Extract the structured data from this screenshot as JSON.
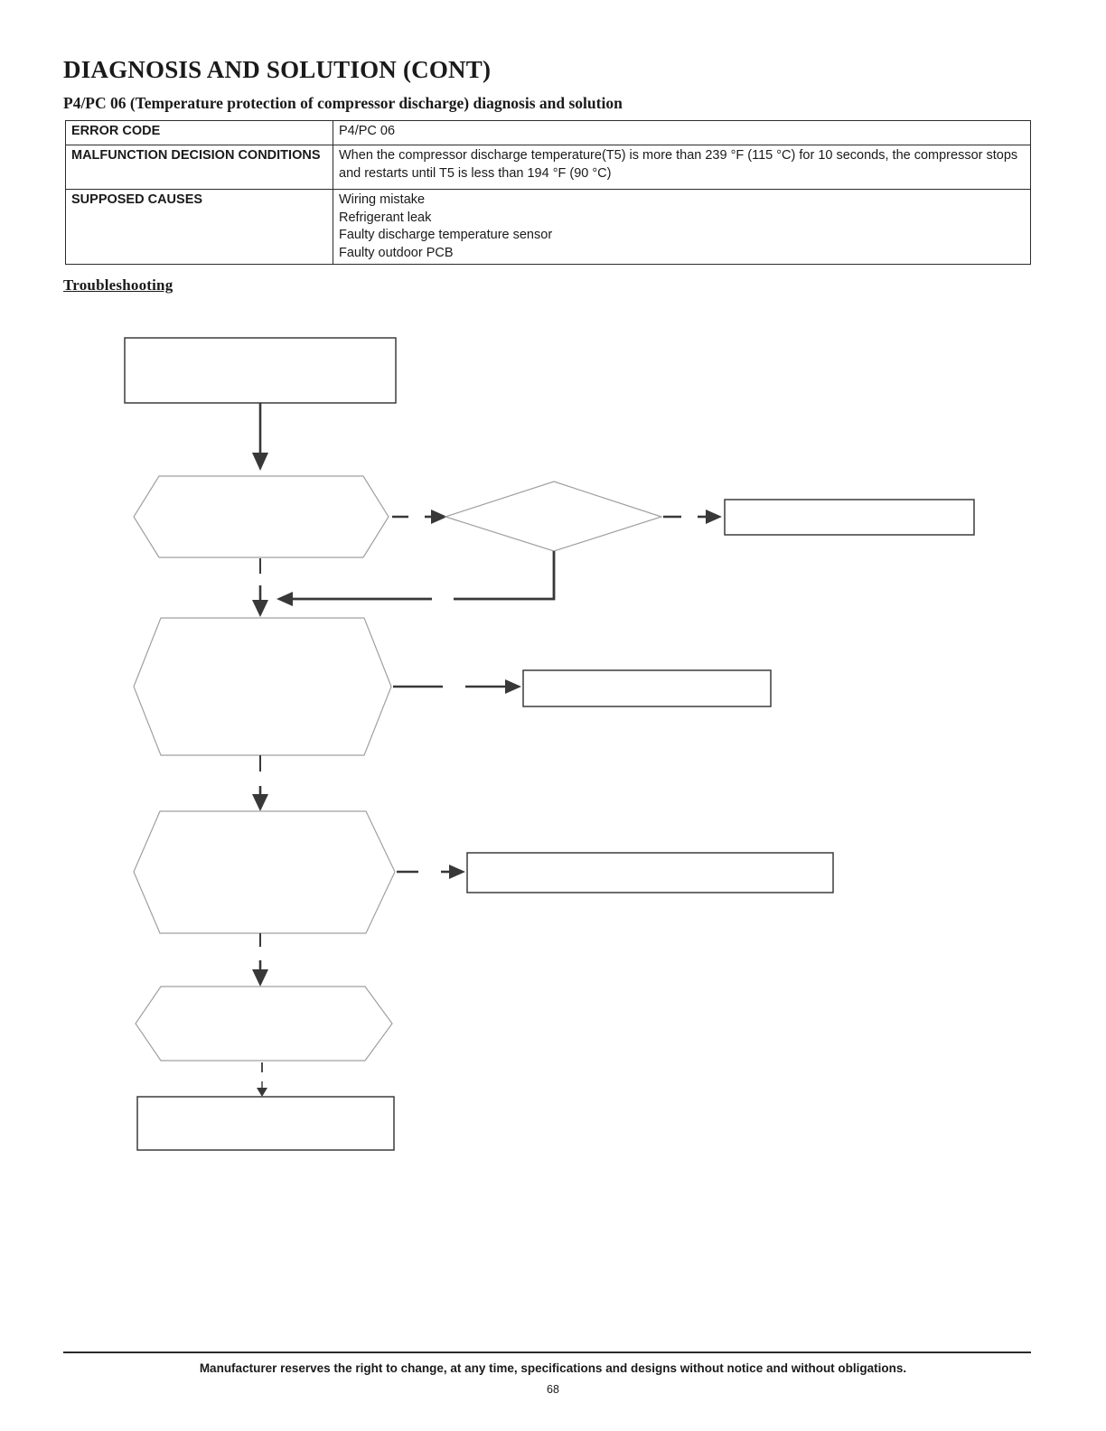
{
  "page": {
    "title": "DIAGNOSIS AND SOLUTION (CONT)",
    "subtitle": "P4/PC 06 (Temperature protection of compressor discharge) diagnosis and solution",
    "section_heading": "Troubleshooting",
    "footer_note": "Manufacturer reserves the right to change, at any time, specifications and designs without notice and without obligations.",
    "page_number": "68"
  },
  "table": {
    "rows": [
      {
        "label": "ERROR CODE",
        "value": "P4/PC 06"
      },
      {
        "label": "MALFUNCTION DECISION CONDITIONS",
        "value": "When the compressor discharge temperature(T5) is more than 239 °F (115 °C) for 10 seconds, the compressor stops and restarts until T5 is less than 194 °F (90 °C)"
      },
      {
        "label": "SUPPOSED CAUSES",
        "value_lines": [
          "Wiring mistake",
          "Refrigerant leak",
          "Faulty discharge temperature sensor",
          "Faulty outdoor PCB"
        ]
      }
    ]
  },
  "flowchart": {
    "nodes": [
      {
        "id": "start-box",
        "type": "rectangle",
        "label": ""
      },
      {
        "id": "check-hexagon-1",
        "type": "hexagon",
        "label": ""
      },
      {
        "id": "decision-diamond",
        "type": "diamond",
        "label": ""
      },
      {
        "id": "action-box-1",
        "type": "rectangle",
        "label": ""
      },
      {
        "id": "check-hexagon-2",
        "type": "hexagon",
        "label": ""
      },
      {
        "id": "action-box-2",
        "type": "rectangle",
        "label": ""
      },
      {
        "id": "check-hexagon-3",
        "type": "hexagon",
        "label": ""
      },
      {
        "id": "action-box-3",
        "type": "rectangle",
        "label": ""
      },
      {
        "id": "check-hexagon-4",
        "type": "hexagon",
        "label": ""
      },
      {
        "id": "end-box",
        "type": "rectangle",
        "label": ""
      }
    ]
  },
  "colors": {
    "text": "#1a1a1a",
    "shape_outline_light": "#a0a0a0",
    "shape_outline_dark": "#3c3c3c",
    "arrow": "#383838"
  }
}
